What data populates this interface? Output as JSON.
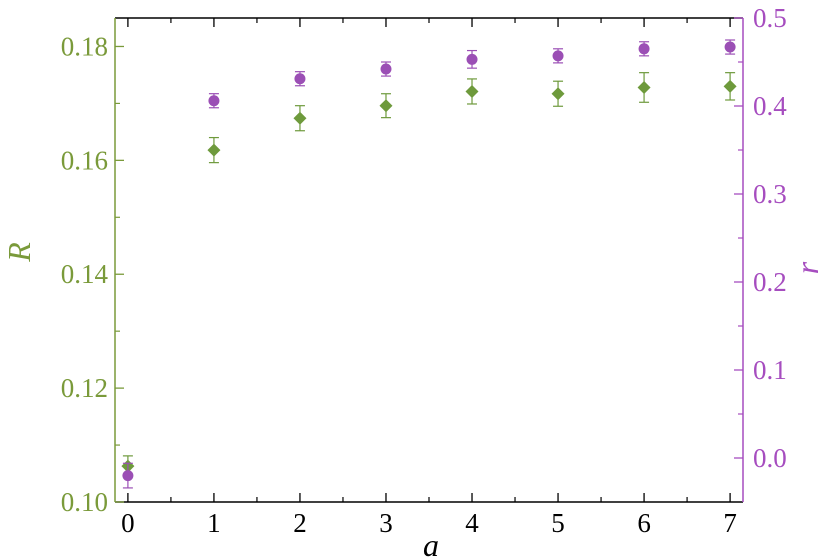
{
  "chart_data": {
    "type": "scatter",
    "xlabel": "a",
    "ylabel_left": "R",
    "ylabel_right": "r",
    "xlim": [
      -0.15,
      7.15
    ],
    "ylim_left": [
      0.1,
      0.185
    ],
    "ylim_right": [
      -0.05,
      0.5
    ],
    "x_ticks": [
      0,
      1,
      2,
      3,
      4,
      5,
      6,
      7
    ],
    "y_left_ticks": [
      0.1,
      0.12,
      0.14,
      0.16,
      0.18
    ],
    "y_right_ticks": [
      0.0,
      0.1,
      0.2,
      0.3,
      0.4,
      0.5
    ],
    "x_tick_labels": [
      "0",
      "1",
      "2",
      "3",
      "4",
      "5",
      "6",
      "7"
    ],
    "y_left_tick_labels": [
      "0.10",
      "0.12",
      "0.14",
      "0.16",
      "0.18"
    ],
    "y_right_tick_labels": [
      "0.0",
      "0.1",
      "0.2",
      "0.3",
      "0.4",
      "0.5"
    ],
    "grid": false,
    "series": [
      {
        "axis": "left",
        "marker": "diamond",
        "color": "#6e9a3c",
        "x": [
          0,
          1,
          2,
          3,
          4,
          5,
          6,
          7
        ],
        "y": [
          0.1063,
          0.1618,
          0.1674,
          0.1696,
          0.1721,
          0.1717,
          0.1728,
          0.173
        ],
        "err": [
          0.0018,
          0.0022,
          0.0022,
          0.0021,
          0.0022,
          0.0022,
          0.0026,
          0.0024
        ]
      },
      {
        "axis": "right",
        "marker": "circle",
        "color": "#9b4fb5",
        "x": [
          0,
          1,
          2,
          3,
          4,
          5,
          6,
          7
        ],
        "y": [
          -0.02,
          0.406,
          0.431,
          0.442,
          0.453,
          0.457,
          0.465,
          0.467
        ],
        "err": [
          0.014,
          0.008,
          0.008,
          0.008,
          0.01,
          0.008,
          0.008,
          0.008
        ]
      }
    ],
    "colors": {
      "left_axis": "#7a9a3a",
      "right_axis": "#a64dbf",
      "frame": "#000000"
    }
  }
}
